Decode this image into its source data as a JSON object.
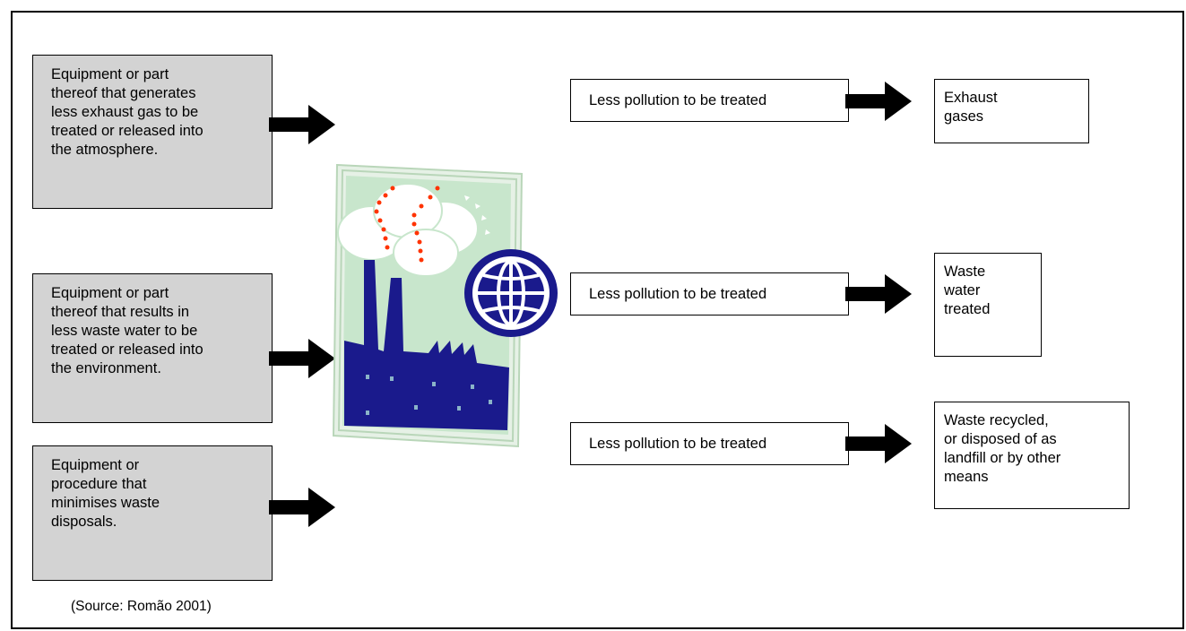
{
  "inputs": [
    "Equipment or part\nthereof that generates\nless exhaust gas to be\ntreated or released into\nthe atmosphere.",
    "Equipment or part\nthereof that results in\nless waste water to be\ntreated or released into\nthe environment.",
    "Equipment or\nprocedure that\nminimises waste\ndisposals."
  ],
  "middle": [
    "Less pollution to be treated",
    "Less pollution to be treated",
    "Less pollution to be treated"
  ],
  "outputs": [
    "Exhaust\ngases",
    "Waste\nwater\ntreated",
    "Waste recycled,\nor disposed of as\nlandfill or by other\nmeans"
  ],
  "source": "(Source: Romão 2001)",
  "colors": {
    "input_fill": "#d3d3d3",
    "factory_blue": "#1a1a8c",
    "smoke_dots": "#ff3300",
    "background_green": "#c8e6cc"
  },
  "icons": [
    "factory-clipart",
    "globe-icon",
    "arrow-right-icon"
  ]
}
